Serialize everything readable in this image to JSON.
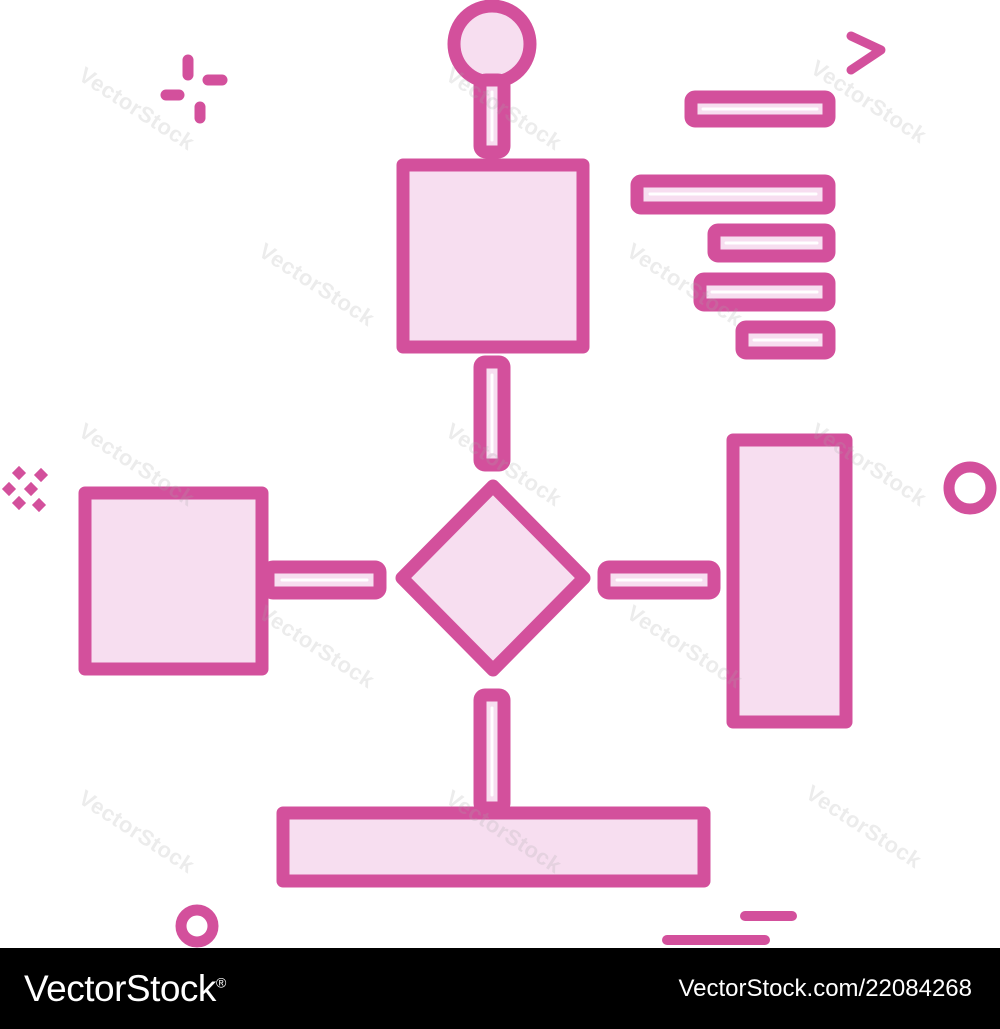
{
  "colors": {
    "stroke": "#d3509c",
    "fill": "#f7def0",
    "inner_line": "#ffffff",
    "background": "#ffffff",
    "footer_bg": "#000000",
    "footer_text": "#ffffff"
  },
  "watermark": {
    "text": "VectorStock"
  },
  "footer": {
    "brand": "VectorStock",
    "registered_mark": "®",
    "reference": "VectorStock.com/22084268"
  },
  "icons": [
    "flowchart-start-circle-icon",
    "process-box-icon",
    "decision-diamond-icon",
    "left-process-box-icon",
    "right-tall-box-icon",
    "bottom-wide-box-icon",
    "text-lines-icon",
    "sparkle-icon",
    "checker-icon",
    "ring-icon",
    "chevron-right-icon"
  ]
}
